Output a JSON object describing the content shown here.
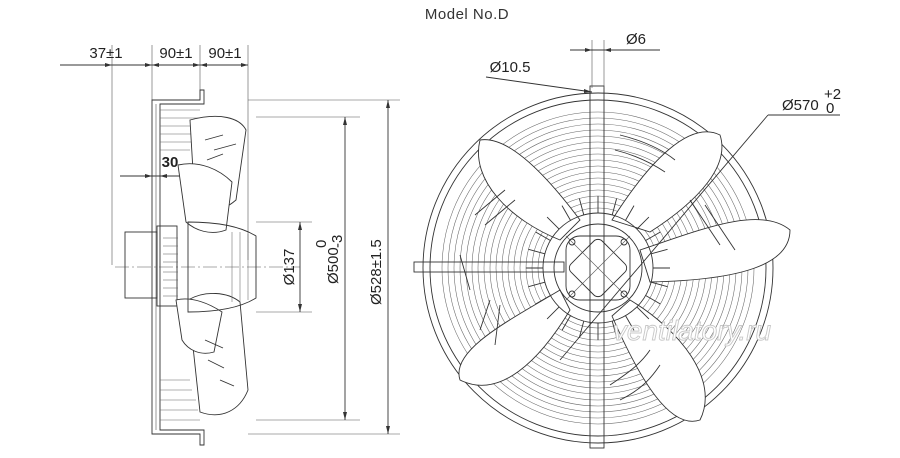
{
  "title": "Model No.D",
  "dimensions": {
    "d37": "37±1",
    "d90a": "90±1",
    "d90b": "90±1",
    "d30": "30",
    "d137": "Ø137",
    "d500": "Ø500",
    "d500_tol_upper": "0",
    "d500_tol_lower": "-3",
    "d528": "Ø528±1.5",
    "d105": "Ø10.5",
    "d6": "Ø6",
    "d570": "Ø570",
    "d570_tol_upper": "+2",
    "d570_tol_lower": "0"
  },
  "watermark": "ventilatory.ru"
}
